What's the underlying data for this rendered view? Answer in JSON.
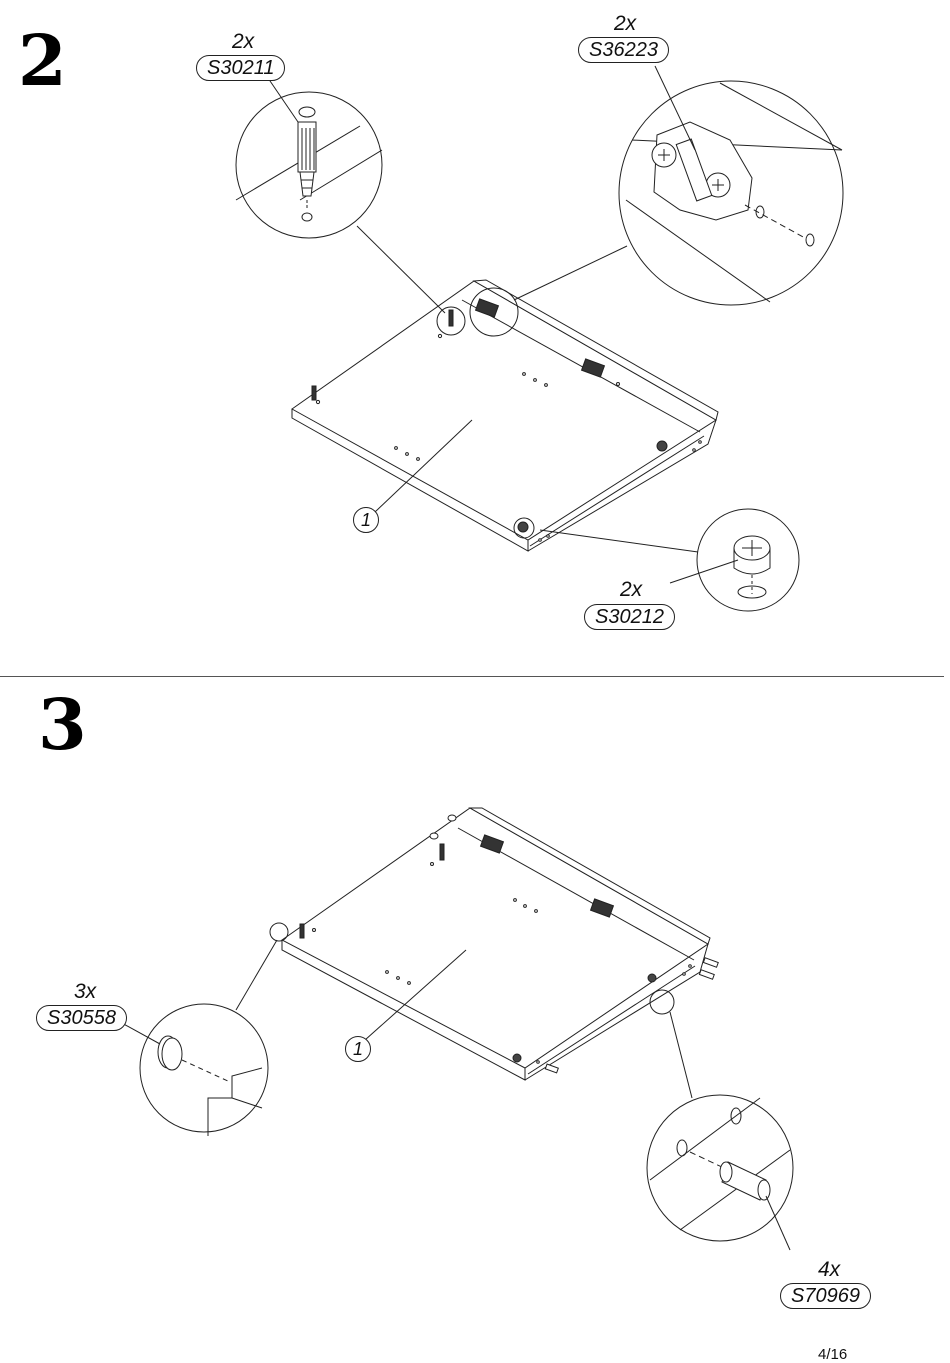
{
  "steps": [
    {
      "number": "2",
      "main_part_label": "1",
      "callouts": [
        {
          "quantity": "2x",
          "code": "S30211"
        },
        {
          "quantity": "2x",
          "code": "S36223"
        },
        {
          "quantity": "2x",
          "code": "S30212"
        }
      ]
    },
    {
      "number": "3",
      "main_part_label": "1",
      "callouts": [
        {
          "quantity": "3x",
          "code": "S30558"
        },
        {
          "quantity": "4x",
          "code": "S70969"
        }
      ]
    }
  ],
  "page_number": "4/16"
}
